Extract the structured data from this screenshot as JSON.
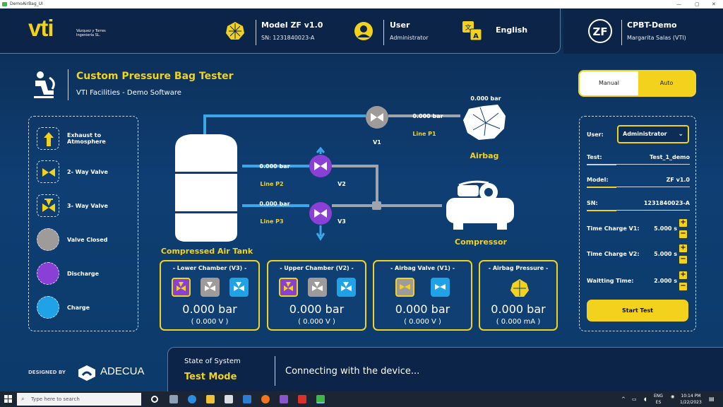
{
  "window": {
    "title": "DemoAirBag_UI"
  },
  "header": {
    "company_logo": "vti",
    "company_line1": "Vázquez y Torres",
    "company_line2": "Ingeniería SL.",
    "model_title": "Model ZF v1.0",
    "model_sn": "SN: 1231840023-A",
    "user_title": "User",
    "user_role": "Administrator",
    "language": "English",
    "zf_logo": "ZF",
    "station_title": "CPBT-Demo",
    "station_user": "Margarita Salas (VTI)"
  },
  "app": {
    "title": "Custom Pressure Bag Tester",
    "subtitle": "VTI Facilities - Demo Software"
  },
  "mode": {
    "manual_label": "Manual",
    "auto_label": "Auto",
    "active": "Auto"
  },
  "legend": {
    "items": [
      {
        "label_line1": "Exhaust to",
        "label_line2": "Atmosphere"
      },
      {
        "label_line1": "2- Way Valve",
        "label_line2": ""
      },
      {
        "label_line1": "3- Way Valve",
        "label_line2": ""
      },
      {
        "label_line1": "Valve Closed",
        "label_line2": ""
      },
      {
        "label_line1": "Discharge",
        "label_line2": ""
      },
      {
        "label_line1": "Charge",
        "label_line2": ""
      }
    ]
  },
  "diagram": {
    "tank_label": "Compressed Air Tank",
    "airbag_label": "Airbag",
    "airbag_pressure": "0.000 bar",
    "compressor_label": "Compressor",
    "v1_label": "V1",
    "v2_label": "V2",
    "v3_label": "V3",
    "line_p1_label": "Line P1",
    "line_p1_value": "0.000 bar",
    "line_p2_label": "Line P2",
    "line_p2_value": "0.000 bar",
    "line_p3_label": "Line P3",
    "line_p3_value": "0.000 bar"
  },
  "cards": [
    {
      "title": "- Lower Chamber (V3) -",
      "value": "0.000 bar",
      "sub": "( 0.000 V )"
    },
    {
      "title": "- Upper Chamber (V2) -",
      "value": "0.000 bar",
      "sub": "( 0.000 V )"
    },
    {
      "title": "- Airbag Valve (V1) -",
      "value": "0.000 bar",
      "sub": "( 0.000 V )"
    },
    {
      "title": "- Airbag Pressure -",
      "value": "0.000 bar",
      "sub": "( 0.000 mA )"
    }
  ],
  "settings": {
    "user_label": "User:",
    "user_value": "Administrator",
    "test_label": "Test:",
    "test_value": "Test_1_demo",
    "model_label": "Model:",
    "model_value": "ZF v1.0",
    "sn_label": "SN:",
    "sn_value": "1231840023-A",
    "charge_v1_label": "Time Charge V1:",
    "charge_v1_value": "5.000 s",
    "charge_v2_label": "Time Charge V2:",
    "charge_v2_value": "5.000 s",
    "wait_label": "Waitting Time:",
    "wait_value": "2.000 s",
    "plus": "+",
    "minus": "−",
    "start_label": "Start Test"
  },
  "footer": {
    "designed_by": "DESIGNED BY",
    "brand": "ADECUA",
    "state_title": "State of System",
    "state_value": "Test Mode",
    "message": "Connecting with the device..."
  },
  "taskbar": {
    "search_placeholder": "Type here to search",
    "lang_top": "ENG",
    "lang_bottom": "ES",
    "time": "10:14 PM",
    "date": "1/22/2023"
  },
  "colors": {
    "accent_yellow": "#f2d21d",
    "discharge_purple": "#8a3fd6",
    "charge_cyan": "#1fa2e6",
    "closed_grey": "#a09b9b",
    "pipe_blue": "#3aa7e8",
    "pipe_grey": "#9fa3ab"
  }
}
